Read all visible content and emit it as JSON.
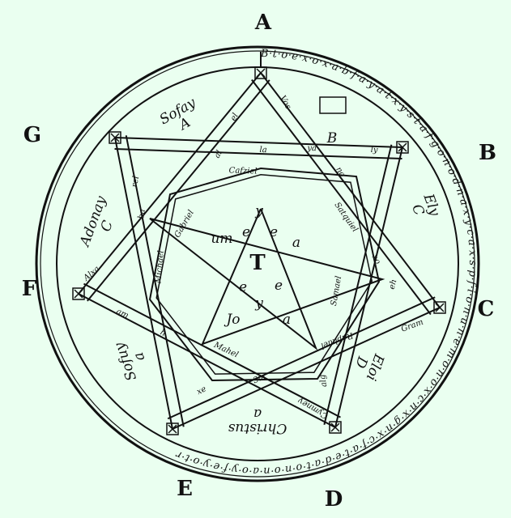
{
  "title": "Heptagram seal with angel names",
  "vertex_labels": [
    "A",
    "B",
    "C",
    "D",
    "E",
    "F",
    "G"
  ],
  "ring_text": "B·t·o·e·x·o·x·a·b·f·a·y·a·t·x·y·s·t·a·f·g·o·n·o·d·n·a·x·y·c·a·x·s·p·f·i·o·n·u·n·e·m·o·n·o·x·c·n·x·g·n·x·c·f·a·t·e·d·a·t·o·n·o·n·a·o·y·f·e·y·o·t·r",
  "sector_names": [
    {
      "name": "Sofay",
      "letter": "A"
    },
    {
      "name": "",
      "letter": "B"
    },
    {
      "name": "Ely",
      "letter": "C"
    },
    {
      "name": "Eloi",
      "letter": "D"
    },
    {
      "name": "Christus",
      "letter": "a"
    },
    {
      "name": "Sofuy",
      "letter": "a"
    },
    {
      "name": "Adonay",
      "letter": "C"
    }
  ],
  "band_words": [
    "Vos",
    "la",
    "ya",
    "ly",
    "Cafziel",
    "Satquiel",
    "Samael",
    "Raphael",
    "Mahel",
    "Michael",
    "Gabriel",
    "Alxa",
    "Gram",
    "Cymney",
    "am",
    "h",
    "xe",
    "Sar",
    "alg",
    "al",
    "el",
    "no",
    "xo",
    "eh",
    "ba",
    "rel"
  ],
  "center": {
    "letter": "T",
    "letters": [
      "y",
      "e",
      "e",
      "e",
      "y",
      "e",
      "um",
      "a",
      "Jo",
      "a"
    ]
  },
  "colors": {
    "background": "#eafff0",
    "ink": "#111111"
  }
}
